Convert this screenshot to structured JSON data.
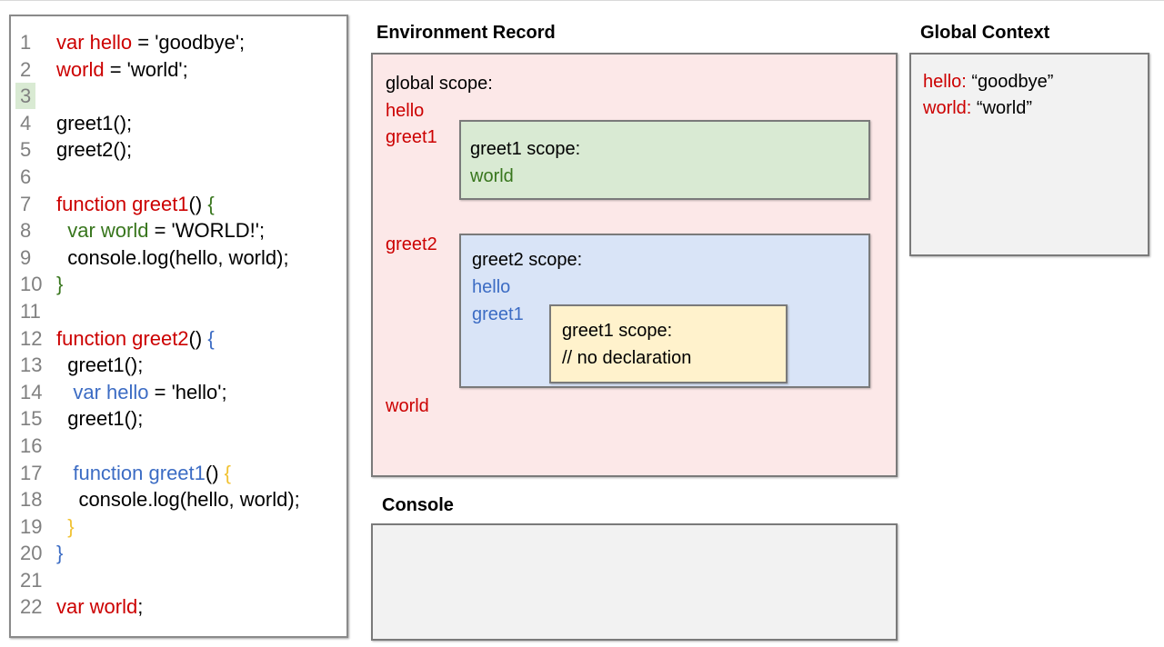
{
  "colors": {
    "red": "#cc0000",
    "green": "#38761d",
    "blue": "#3c6cc4",
    "gold": "#f1c232",
    "code": "#000000",
    "line_number": "#808080",
    "highlight_bg": "#d9ead3",
    "pink_bg": "#fce8e8",
    "green_bg": "#d9ead3",
    "blue_bg": "#d9e4f7",
    "yellow_bg": "#fff2cc",
    "panel_bg": "#f2f2f2",
    "border_gray": "#7a7a7a"
  },
  "code_panel": {
    "lines": [
      {
        "number": "1",
        "highlight": false,
        "segments": [
          {
            "text": "var hello",
            "color": "red"
          },
          {
            "text": " = 'goodbye';",
            "color": "code"
          }
        ]
      },
      {
        "number": "2",
        "highlight": false,
        "segments": [
          {
            "text": "world",
            "color": "red"
          },
          {
            "text": " = 'world';",
            "color": "code"
          }
        ]
      },
      {
        "number": "3",
        "highlight": true,
        "segments": []
      },
      {
        "number": "4",
        "highlight": false,
        "segments": [
          {
            "text": "greet1();",
            "color": "code"
          }
        ]
      },
      {
        "number": "5",
        "highlight": false,
        "segments": [
          {
            "text": "greet2();",
            "color": "code"
          }
        ]
      },
      {
        "number": "6",
        "highlight": false,
        "segments": []
      },
      {
        "number": "7",
        "highlight": false,
        "segments": [
          {
            "text": "function greet1",
            "color": "red"
          },
          {
            "text": "() ",
            "color": "code"
          },
          {
            "text": "{",
            "color": "green"
          }
        ]
      },
      {
        "number": "8",
        "highlight": false,
        "segments": [
          {
            "text": "  ",
            "color": "code"
          },
          {
            "text": "var world",
            "color": "green"
          },
          {
            "text": " = 'WORLD!';",
            "color": "code"
          }
        ]
      },
      {
        "number": "9",
        "highlight": false,
        "segments": [
          {
            "text": "  console.log(hello, world);",
            "color": "code"
          }
        ]
      },
      {
        "number": "10",
        "highlight": false,
        "segments": [
          {
            "text": "}",
            "color": "green"
          }
        ]
      },
      {
        "number": "11",
        "highlight": false,
        "segments": []
      },
      {
        "number": "12",
        "highlight": false,
        "segments": [
          {
            "text": "function greet2",
            "color": "red"
          },
          {
            "text": "() ",
            "color": "code"
          },
          {
            "text": "{",
            "color": "blue"
          }
        ]
      },
      {
        "number": "13",
        "highlight": false,
        "segments": [
          {
            "text": "  greet1();",
            "color": "code"
          }
        ]
      },
      {
        "number": "14",
        "highlight": false,
        "segments": [
          {
            "text": "   ",
            "color": "code"
          },
          {
            "text": "var hello",
            "color": "blue"
          },
          {
            "text": " = 'hello';",
            "color": "code"
          }
        ]
      },
      {
        "number": "15",
        "highlight": false,
        "segments": [
          {
            "text": "  greet1();",
            "color": "code"
          }
        ]
      },
      {
        "number": "16",
        "highlight": false,
        "segments": []
      },
      {
        "number": "17",
        "highlight": false,
        "segments": [
          {
            "text": "   ",
            "color": "code"
          },
          {
            "text": "function greet1",
            "color": "blue"
          },
          {
            "text": "() ",
            "color": "code"
          },
          {
            "text": "{",
            "color": "gold"
          }
        ]
      },
      {
        "number": "18",
        "highlight": false,
        "segments": [
          {
            "text": "    console.log(hello, world);",
            "color": "code"
          }
        ]
      },
      {
        "number": "19",
        "highlight": false,
        "segments": [
          {
            "text": "  ",
            "color": "code"
          },
          {
            "text": "}",
            "color": "gold"
          }
        ]
      },
      {
        "number": "20",
        "highlight": false,
        "segments": [
          {
            "text": "}",
            "color": "blue"
          }
        ]
      },
      {
        "number": "21",
        "highlight": false,
        "segments": []
      },
      {
        "number": "22",
        "highlight": false,
        "segments": [
          {
            "text": "var world",
            "color": "red"
          },
          {
            "text": ";",
            "color": "code"
          }
        ]
      }
    ]
  },
  "environment_record": {
    "title": "Environment Record",
    "global_box": {
      "label": "global scope:",
      "var_hello": "hello",
      "var_greet1": "greet1",
      "var_greet2": "greet2",
      "var_world": "world"
    },
    "greet1_box": {
      "label": "greet1 scope:",
      "var_world": "world"
    },
    "greet2_box": {
      "label": "greet2 scope:",
      "var_hello": "hello",
      "var_greet1": "greet1",
      "greet1_box": {
        "label": "greet1 scope:",
        "comment": "// no declaration"
      }
    }
  },
  "global_context": {
    "title": "Global Context",
    "entries": [
      {
        "name": "hello:",
        "value": "“goodbye”"
      },
      {
        "name": "world:",
        "value": "“world”"
      }
    ]
  },
  "console": {
    "title": "Console",
    "content": ""
  }
}
